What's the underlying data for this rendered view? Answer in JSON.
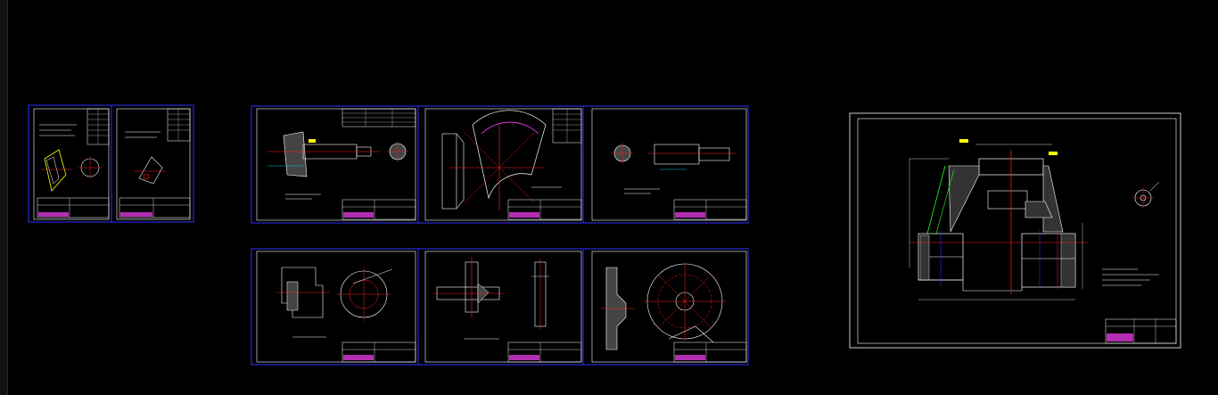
{
  "viewport": {
    "background": "#000000"
  },
  "colors": {
    "frame": "#3030ff",
    "geometry": "#ffffff",
    "center_line": "#ff2020",
    "hatch": "#ffffff",
    "dimension": "#00c8ff",
    "magenta": "#ff40ff",
    "yellow": "#ffff00",
    "green": "#20ff20"
  },
  "sheets": [
    {
      "id": "sheet-small-set",
      "frames": 2
    },
    {
      "id": "sheet-row-top",
      "frames": 3
    },
    {
      "id": "sheet-row-bottom",
      "frames": 3
    },
    {
      "id": "sheet-assembly",
      "frames": 1
    }
  ]
}
